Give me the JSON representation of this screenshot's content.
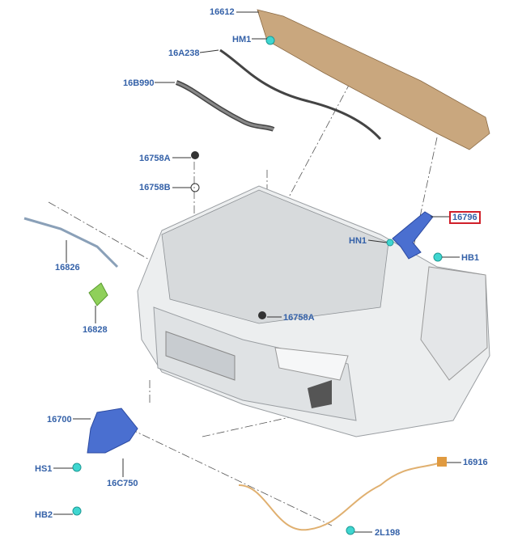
{
  "labels": {
    "p16612": "16612",
    "hm1": "HM1",
    "p16a238": "16A238",
    "p16b990": "16B990",
    "p16758a_top": "16758A",
    "p16758b": "16758B",
    "p16826": "16826",
    "p16828": "16828",
    "p16796": "16796",
    "hn1": "HN1",
    "hb1": "HB1",
    "p16758a_mid": "16758A",
    "p16700": "16700",
    "hs1": "HS1",
    "p16c750": "16C750",
    "hb2": "HB2",
    "p16916": "16916",
    "p2l198": "2L198"
  },
  "colors": {
    "label": "#3461a8",
    "highlight_box": "#d0202a",
    "hood_insulator": "#c9a77e",
    "bracket_blue": "#4a6fd0",
    "fastener_cyan": "#3fd6d0",
    "cable_orange": "#e0b070",
    "green_part": "#8fd05a"
  }
}
